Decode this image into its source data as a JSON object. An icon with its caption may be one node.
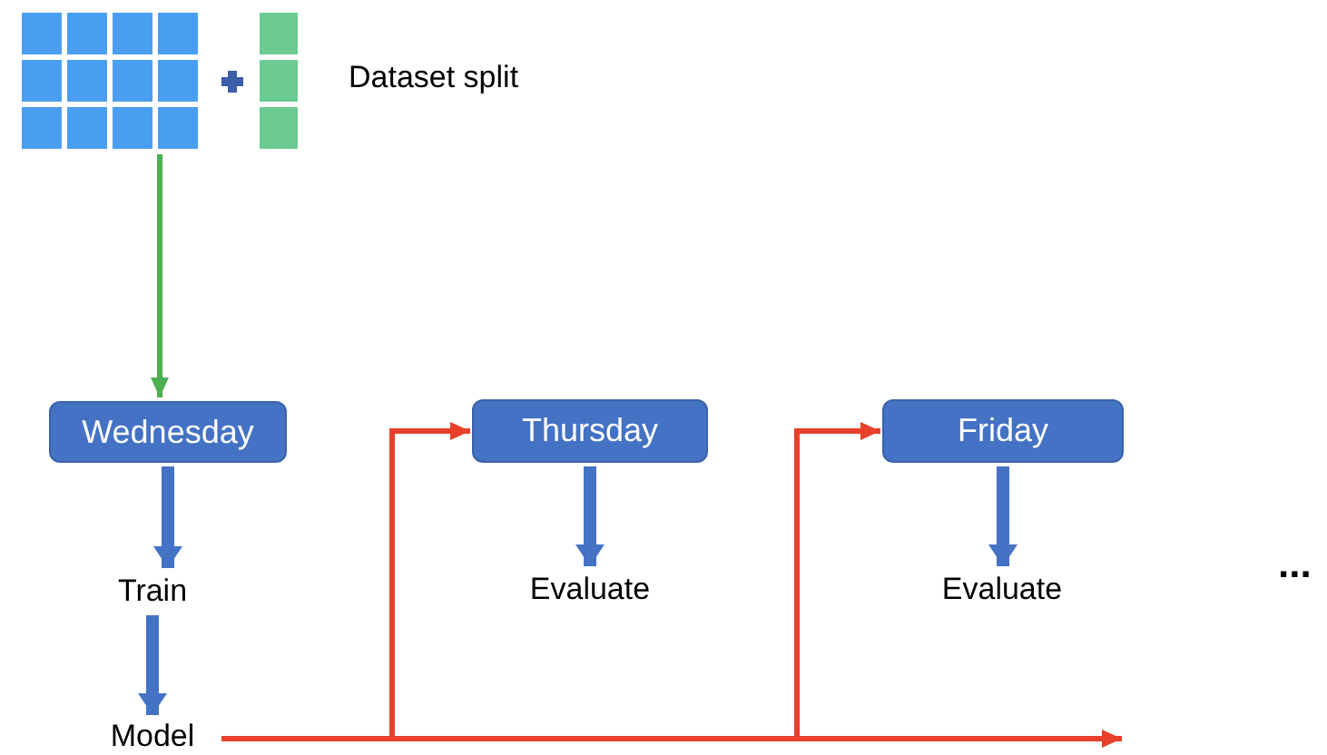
{
  "diagram": {
    "nodes": [
      {
        "text": [],
        "shape": "picture",
        "beside": [
          "Dataset split"
        ]
      },
      {
        "text": [
          "Wednesday"
        ]
      },
      {
        "text": [
          "Train"
        ]
      },
      {
        "text": [
          "Model"
        ]
      },
      {
        "text": [
          "Thursday"
        ]
      },
      {
        "text": [
          "Evaluate"
        ]
      },
      {
        "text": [
          "Friday"
        ]
      },
      {
        "text": [
          "Evaluate"
        ]
      }
    ],
    "edges": [
      {
        "from": 0,
        "to": 1,
        "arrow": "to",
        "color": "#4caf50"
      },
      {
        "from": 1,
        "to": 2,
        "arrow": "to",
        "style": "thick"
      },
      {
        "from": 2,
        "to": 3,
        "arrow": "to",
        "style": "thick"
      },
      {
        "from": 4,
        "to": 5,
        "arrow": "to",
        "style": "thick"
      },
      {
        "from": 6,
        "to": 7,
        "arrow": "to",
        "style": "thick"
      },
      {
        "from": 3,
        "to": 4,
        "arrow": "to",
        "color": "#e8402a"
      },
      {
        "from": 3,
        "to": 6,
        "arrow": "to",
        "color": "#e8402a"
      },
      {
        "from": 3,
        "to": null,
        "arrow": "to",
        "color": "#e8402a"
      }
    ],
    "labels": [
      "..."
    ]
  }
}
